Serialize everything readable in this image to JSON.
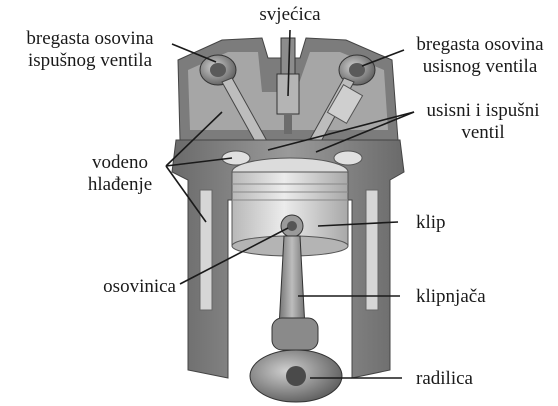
{
  "labels": {
    "spark_plug": "svjećica",
    "exhaust_cam_line1": "bregasta osovina",
    "exhaust_cam_line2": "ispušnog ventila",
    "intake_cam_line1": "bregasta osovina",
    "intake_cam_line2": "usisnog ventila",
    "valves_line1": "usisni i ispušni",
    "valves_line2": "ventil",
    "cooling_line1": "vodeno",
    "cooling_line2": "hlađenje",
    "piston": "klip",
    "piston_pin": "osovinica",
    "connecting_rod": "klipnjača",
    "crankshaft": "radilica"
  },
  "colors": {
    "metal_dark": "#5e5e5e",
    "metal_mid": "#8a8a8a",
    "metal_light": "#c4c4c4",
    "metal_highlight": "#e2e2e2",
    "leader_line": "#1a1a1a"
  }
}
